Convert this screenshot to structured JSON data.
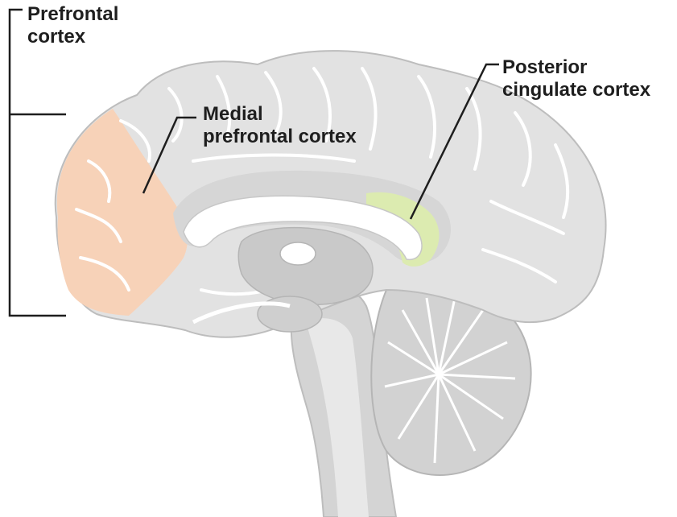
{
  "labels": {
    "prefrontal": {
      "line1": "Prefrontal",
      "line2": "cortex"
    },
    "medial": {
      "line1": "Medial",
      "line2": "prefrontal cortex"
    },
    "posterior": {
      "line1": "Posterior",
      "line2": "cingulate cortex"
    }
  },
  "colors": {
    "background": "#ffffff",
    "cortex": "#e2e2e2",
    "cortex_outline": "#bdbdbd",
    "sulci": "#ffffff",
    "deep_structures": "#c9c9c9",
    "prefrontal_highlight": "#f7d2b8",
    "posterior_cingulate_highlight": "#dcebb0",
    "leader_lines": "#1e1e1e",
    "label_text": "#1e1e1e"
  }
}
